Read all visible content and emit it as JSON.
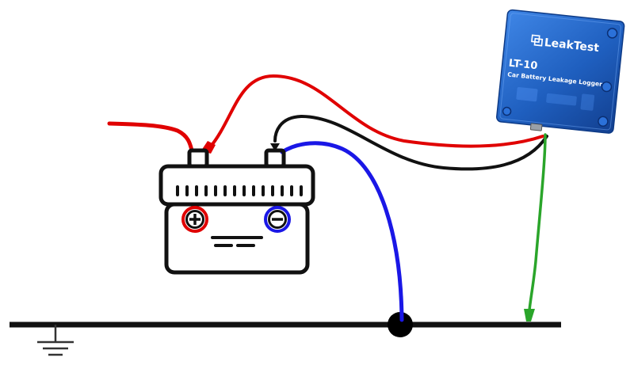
{
  "colors": {
    "positive_wire": "#e00000",
    "negative_wire": "#111111",
    "ground_wire": "#1a17e6",
    "sense_wire": "#2aa52a",
    "battery_outline": "#111111",
    "device_body": "#1f5fbf",
    "device_text": "#ffffff"
  },
  "icons": {
    "battery": "car-battery-icon",
    "plus": "plus-terminal-icon",
    "minus": "minus-terminal-icon",
    "ground": "ground-symbol-icon",
    "brand": "leaktest-logo-icon"
  },
  "device": {
    "brand_name": "LeakTest",
    "model": "LT-10",
    "description": "Car Battery Leakage Logger"
  }
}
